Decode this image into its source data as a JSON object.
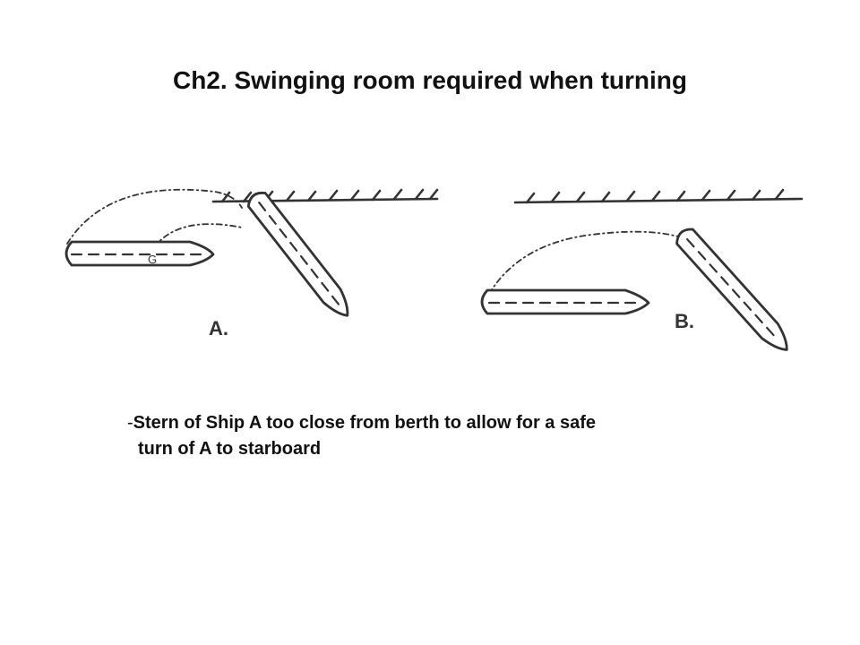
{
  "slide": {
    "title": "Ch2. Swinging room required when turning"
  },
  "diagram": {
    "scenario_a": {
      "label": "A.",
      "pivot_mark": "G"
    },
    "scenario_b": {
      "label": "B."
    }
  },
  "caption": {
    "dash": "-",
    "line1": "Stern of Ship A too close from berth to allow for a safe",
    "line2": "turn of A to starboard"
  },
  "colors": {
    "ink": "#333333",
    "background": "#ffffff"
  }
}
